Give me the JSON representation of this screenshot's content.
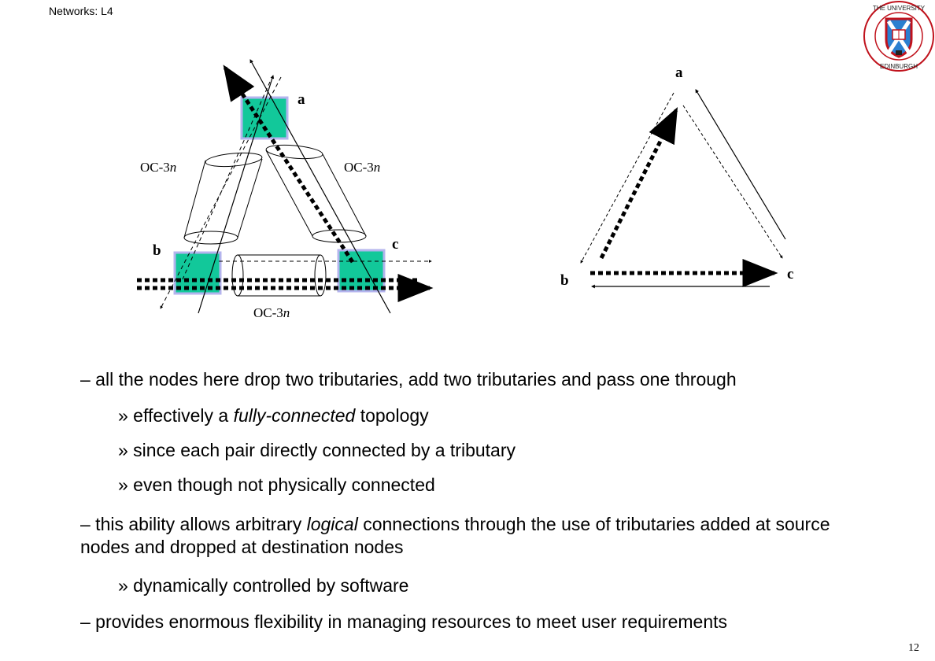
{
  "header": {
    "title": "Networks: L4"
  },
  "page_number": "12",
  "logo": {
    "text": "THE UNIVERSITY OF EDINBURGH"
  },
  "diagram_left": {
    "labels": {
      "a": "a",
      "b": "b",
      "c": "c"
    },
    "links": {
      "left": "OC-3",
      "right": "OC-3",
      "bottom": "OC-3",
      "suffix": "n"
    },
    "colors": {
      "node_fill": "#12c89a",
      "node_border": "#b4b4ee"
    }
  },
  "diagram_right": {
    "labels": {
      "a": "a",
      "b": "b",
      "c": "c"
    }
  },
  "bullets": {
    "l1": "– all the nodes here drop two tributaries, add two tributaries and pass one through",
    "l2a": "» effectively a ",
    "l2b": "fully-connected",
    "l2c": " topology",
    "l3": "» since each pair directly connected by a tributary",
    "l4": "» even though not physically connected",
    "l5a": "– this ability allows arbitrary ",
    "l5b": "logical",
    "l5c": " connections through the use of tributaries added at source nodes and dropped at destination nodes",
    "l6": "» dynamically controlled by software",
    "l7": "– provides enormous flexibility in managing resources to meet user requirements"
  }
}
